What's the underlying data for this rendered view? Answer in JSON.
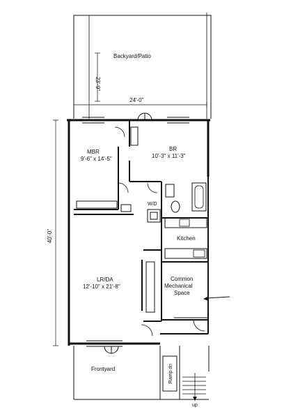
{
  "plan": {
    "rooms": {
      "backyard": "Backyard/Patio",
      "mbr_name": "MBR",
      "mbr_size": "9'-6\" x 14'-5\"",
      "br_name": "BR",
      "br_size": "10'-3\" x 11'-3\"",
      "wd": "W/D",
      "kitchen": "Kitchen",
      "lrda_name": "LR/DA",
      "lrda_size": "12'-10\" x 21'-8\"",
      "mech_line1": "Common",
      "mech_line2": "Mechanical",
      "mech_line3": "Space",
      "frontyard": "Frontyard",
      "ramp": "Ramp dn",
      "up": "up"
    },
    "dimensions": {
      "patio_depth": "23'-9\"",
      "patio_width": "24'-0\"",
      "unit_depth": "40'-0\""
    }
  }
}
